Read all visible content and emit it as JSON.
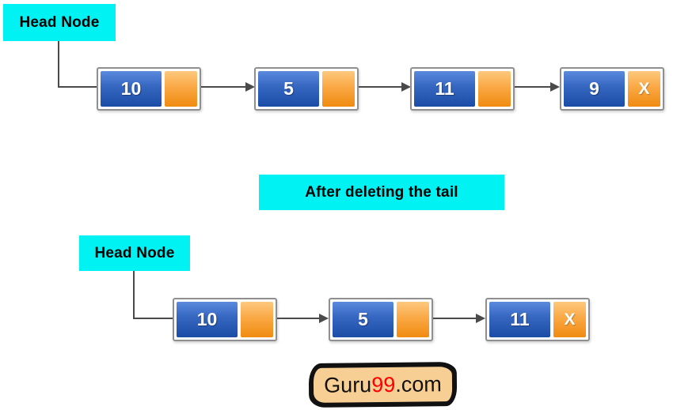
{
  "colors": {
    "canvas_bg": "#ffffff",
    "label_bg": "#00f2f2",
    "label_text": "#000000",
    "node_border": "#8f8f8f",
    "node_value_text": "#ffffff",
    "data_blue_top": "#5b8ade",
    "data_blue_bottom": "#1c4da6",
    "pointer_orange_top": "#fdc97e",
    "pointer_orange_bottom": "#f08b10",
    "connector": "#4a4a4a",
    "logo_bg": "#f7cf94",
    "logo_border": "#111111",
    "logo_accent": "#ff0000"
  },
  "top_list": {
    "head_label": "Head Node",
    "nodes": [
      {
        "value": "10",
        "pointer": ""
      },
      {
        "value": "5",
        "pointer": ""
      },
      {
        "value": "11",
        "pointer": ""
      },
      {
        "value": "9",
        "pointer": "X"
      }
    ]
  },
  "caption": {
    "text": "After deleting the tail"
  },
  "bottom_list": {
    "head_label": "Head Node",
    "nodes": [
      {
        "value": "10",
        "pointer": ""
      },
      {
        "value": "5",
        "pointer": ""
      },
      {
        "value": "11",
        "pointer": "X"
      }
    ]
  },
  "logo": {
    "part1": "Guru",
    "part2": "99",
    "part3": ".com"
  }
}
